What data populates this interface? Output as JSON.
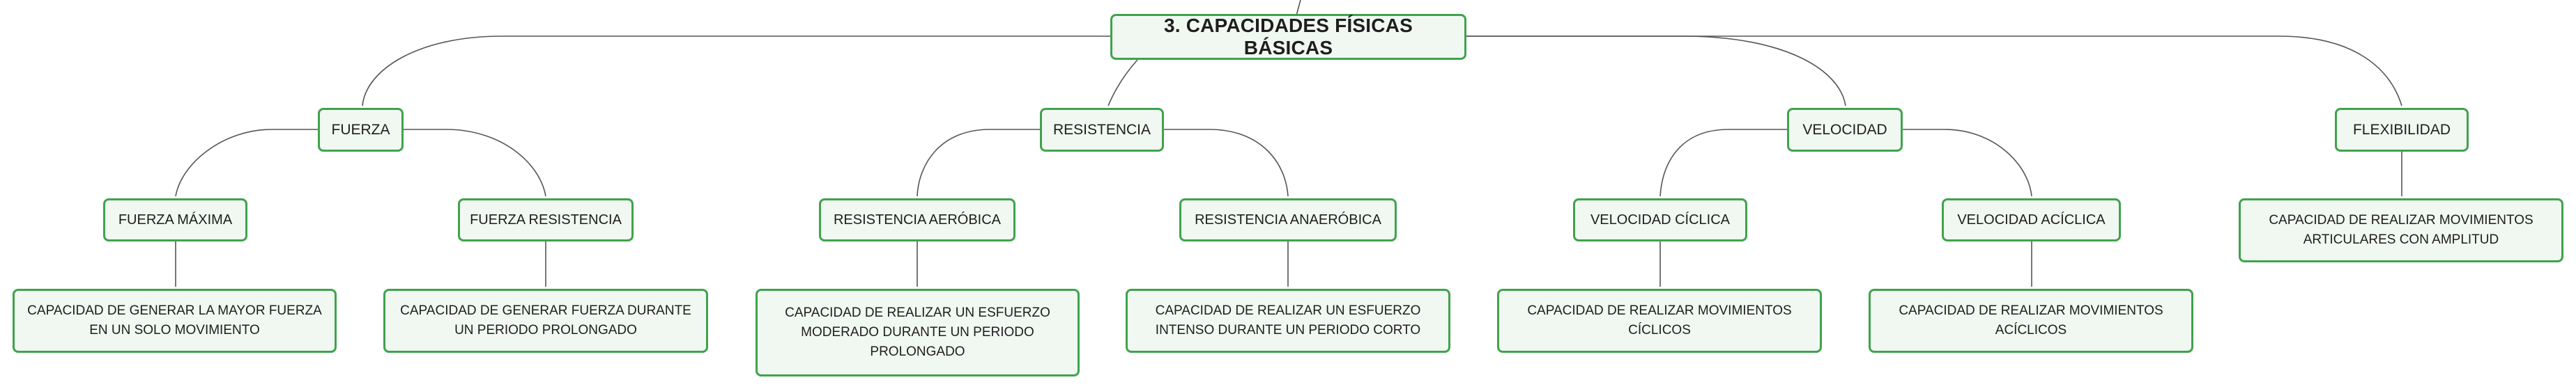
{
  "diagram": {
    "root": {
      "label": "3. CAPACIDADES FÍSICAS BÁSICAS"
    },
    "categories": [
      {
        "label": "FUERZA",
        "subtypes": [
          {
            "label": "FUERZA MÁXIMA",
            "description": "CAPACIDAD DE GENERAR LA MAYOR FUERZA EN UN SOLO MOVIMIENTO"
          },
          {
            "label": "FUERZA RESISTENCIA",
            "description": "CAPACIDAD DE GENERAR FUERZA DURANTE UN PERIODO PROLONGADO"
          }
        ]
      },
      {
        "label": "RESISTENCIA",
        "subtypes": [
          {
            "label": "RESISTENCIA AERÓBICA",
            "description": "CAPACIDAD DE REALIZAR UN ESFUERZO MODERADO DURANTE UN PERIODO PROLONGADO"
          },
          {
            "label": "RESISTENCIA ANAERÓBICA",
            "description": "CAPACIDAD DE REALIZAR UN ESFUERZO INTENSO DURANTE UN PERIODO CORTO"
          }
        ]
      },
      {
        "label": "VELOCIDAD",
        "subtypes": [
          {
            "label": "VELOCIDAD CÍCLICA",
            "description": "CAPACIDAD DE REALIZAR MOVIMIENTOS CÍCLICOS"
          },
          {
            "label": "VELOCIDAD ACÍCLICA",
            "description": "CAPACIDAD DE REALIZAR MOVIMIENTOS ACÍCLICOS"
          }
        ]
      },
      {
        "label": "FLEXIBILIDAD",
        "description": "CAPACIDAD DE REALIZAR MOVIMIENTOS ARTICULARES CON AMPLITUD"
      }
    ]
  },
  "colors": {
    "node_border": "#3fa34d",
    "node_fill": "#f1f8f2",
    "connector": "#555555"
  }
}
